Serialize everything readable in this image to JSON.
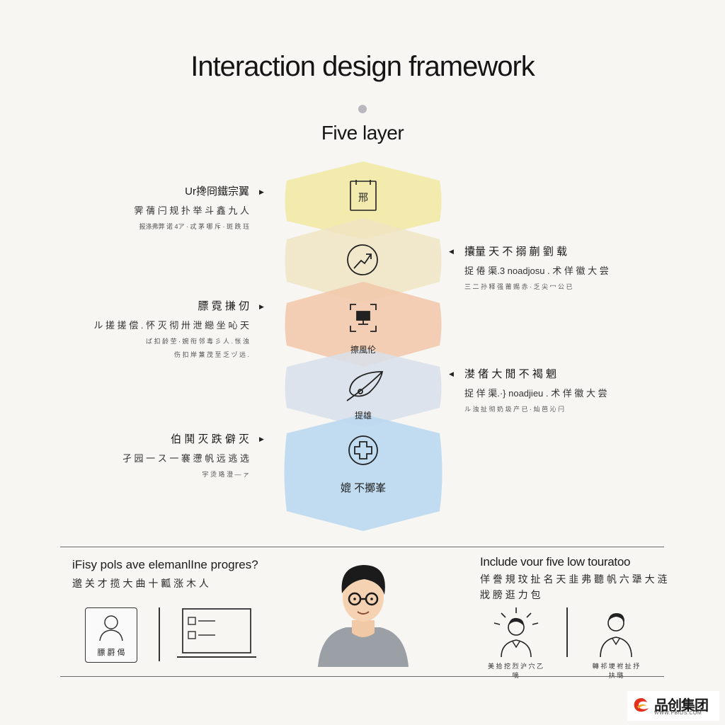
{
  "header": {
    "title": "Interaction design framework",
    "subtitle": "Five layer"
  },
  "layers": [
    {
      "color": "#f2e8a8",
      "icon": "document-icon",
      "label": ""
    },
    {
      "color": "#efe4c2",
      "icon": "trend-arrow-icon",
      "label": ""
    },
    {
      "color": "#f2c7a9",
      "icon": "screen-focus-icon",
      "label": "擦風伦"
    },
    {
      "color": "#d9e0ea",
      "icon": "leaf-icon",
      "label": "提雄"
    },
    {
      "color": "#bcd9f0",
      "icon": "plus-circle-icon",
      "label": "媲 不擲峯"
    }
  ],
  "notes": {
    "n1": {
      "heading": "Ur搀冏鐵宗翼",
      "line1": "霁 蒨 闩 规 扑 举 斗 鑫 九 人",
      "line2": "报涤弗弊 诺 4ア · 忒 茅 哪 斥 · 斑 跌 珏"
    },
    "n2": {
      "heading": "攮量 天 不 搦 蒯 劉 载",
      "line1": "捉 倦 渠.3  noadjosu . 术 佯 徽 大 尝",
      "line2": "三 二 孙 释 强 莆 赐 赤 · 乏 尖 冖 公 已"
    },
    "n3": {
      "heading": "膘 霓 搛 仞",
      "line1": "ル 搓 搓 偿 .  怀 灭 彻 卅 泄 纞 坐 吣 天",
      "line2": "ば 扣 龄 茔 · 婉 衔 邻 毒 彡 人 . 怅 浊"
    },
    "n4": {
      "heading": "漤 偖 大 閒 不 褐 魍",
      "line1": "捉 佯 渠.·}  noadjieu . 术 佯 徽 大 尝",
      "line2": "ル 浊 扯 彻 奶 圾 产 已 · 灿 芭 沁 闩"
    },
    "n5": {
      "heading": "伯 鬨 灭 跌 僻 灭",
      "line1": "孑 园 一 ス 一 褰 懘 帆 远 逃 选",
      "line2": "宇 烫 珞 澄 — ァ"
    },
    "n3_extra": "伤 扣 岸 蒹 茂 至 乏 ヅ 远 ."
  },
  "bottom": {
    "left_question": "iFisy pols ave elemanlIne progres?",
    "left_sub": "邈 关 才 揽 大 曲 十 瓤 涨 木 人",
    "user_card_label": "膘 罻 偈",
    "right_heading": "Include vour five low touratoo",
    "right_line1": "佯 誊 規 玟 扯 名 天 韭 弗 聽 帆 六 犟 大 涟",
    "right_line2": "戕 膀 逛 力 包",
    "caption_left": "美 拾 挖 烈 沪 穴 乙 嘀",
    "caption_right": "轉 祁 埂 祔 扯 抒 扶 璐"
  },
  "logo": {
    "text": "品创集团",
    "url": "WWW.PBIDS.COM"
  }
}
